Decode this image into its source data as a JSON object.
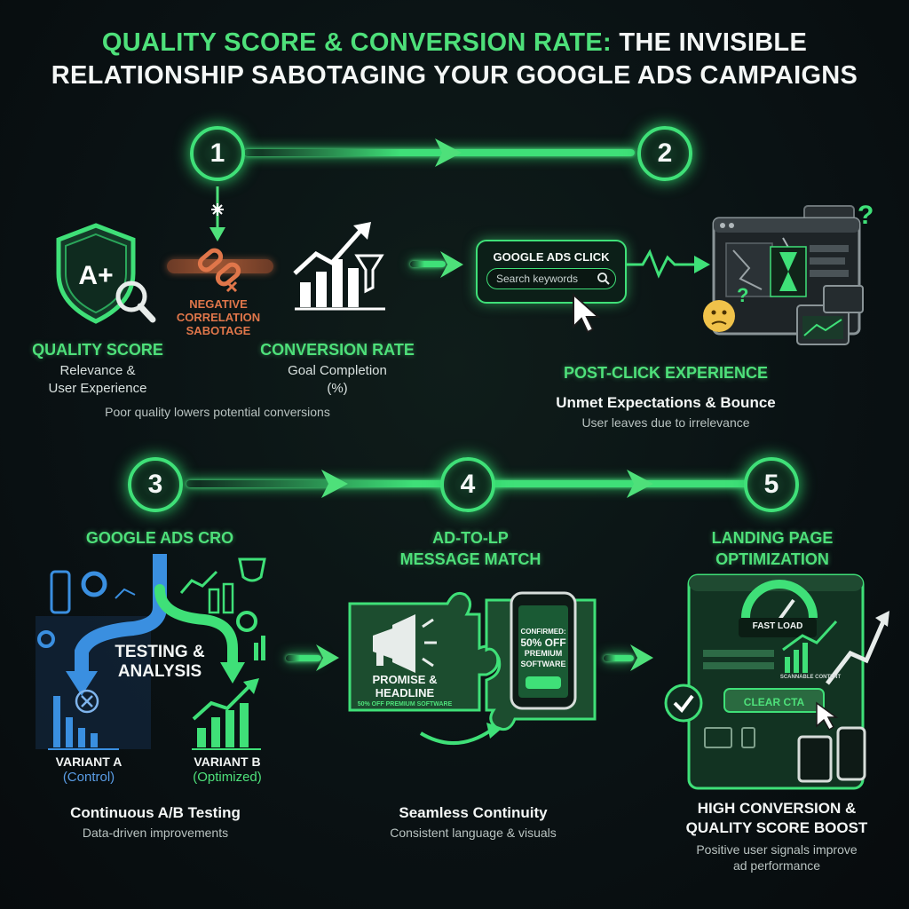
{
  "title": {
    "line1_highlight": "QUALITY SCORE & CONVERSION RATE:",
    "line1_rest": " THE INVISIBLE",
    "line2": "RELATIONSHIP SABOTAGING YOUR GOOGLE ADS CAMPAIGNS"
  },
  "steps": [
    "1",
    "2",
    "3",
    "4",
    "5"
  ],
  "quality_score": {
    "badge": "A+",
    "heading": "QUALITY SCORE",
    "desc_line1": "Relevance &",
    "desc_line2": "User Experience"
  },
  "sabotage": {
    "line1": "NEGATIVE",
    "line2": "CORRELATION",
    "line3": "SABOTAGE"
  },
  "conversion_rate": {
    "heading": "CONVERSION RATE",
    "desc_line1": "Goal Completion",
    "desc_line2": "(%)"
  },
  "step1_caption": "Poor quality lowers potential conversions",
  "ads_click": {
    "label": "GOOGLE ADS CLICK",
    "search_placeholder": "Search keywords"
  },
  "post_click": {
    "heading": "POST-CLICK EXPERIENCE",
    "subheading": "Unmet Expectations & Bounce",
    "caption": "User leaves due to irrelevance"
  },
  "cro": {
    "heading": "GOOGLE ADS CRO",
    "center_line1": "TESTING &",
    "center_line2": "ANALYSIS",
    "variant_a": "VARIANT A",
    "variant_a_sub": "(Control)",
    "variant_b": "VARIANT B",
    "variant_b_sub": "(Optimized)",
    "subheading": "Continuous A/B Testing",
    "caption": "Data-driven improvements"
  },
  "message_match": {
    "heading_line1": "AD-TO-LP",
    "heading_line2": "MESSAGE MATCH",
    "promise_line1": "PROMISE &",
    "promise_line2": "HEADLINE",
    "promise_small": "50% OFF PREMIUM SOFTWARE",
    "phone_line1": "CONFIRMED:",
    "phone_line2": "50% OFF",
    "phone_line3": "PREMIUM",
    "phone_line4": "SOFTWARE",
    "subheading": "Seamless Continuity",
    "caption": "Consistent language & visuals"
  },
  "lpo": {
    "heading_line1": "LANDING PAGE",
    "heading_line2": "OPTIMIZATION",
    "fast_load": "FAST LOAD",
    "scannable": "SCANNABLE CONTENT",
    "cta": "CLEAR CTA",
    "subheading_line1": "HIGH CONVERSION &",
    "subheading_line2": "QUALITY SCORE BOOST",
    "caption_line1": "Positive user signals improve",
    "caption_line2": "ad performance"
  },
  "colors": {
    "accent": "#3fe078",
    "blue": "#3a8fe0",
    "sabotage": "#e0764a"
  }
}
